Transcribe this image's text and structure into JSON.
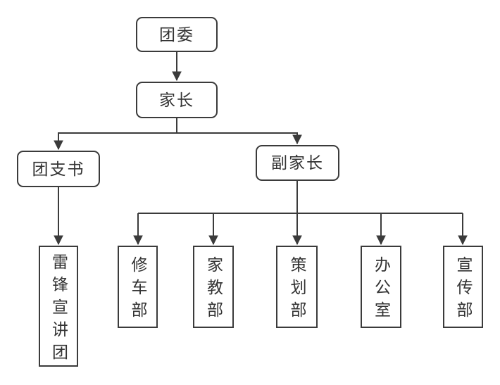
{
  "diagram": {
    "type": "org-chart-flowchart",
    "colors": {
      "line": "#3b3b3b",
      "border": "#3b3b3b",
      "text": "#333333",
      "box_background": "#ffffff",
      "page_background": "#ffffff"
    },
    "nodes": {
      "committee": {
        "label": "团委"
      },
      "head": {
        "label": "家长"
      },
      "secretary": {
        "label": "团支书"
      },
      "leifeng_group": {
        "label": "雷锋宣讲团"
      },
      "deputy": {
        "label": "副家长"
      },
      "repair_dept": {
        "label": "修车部"
      },
      "tutoring_dept": {
        "label": "家教部"
      },
      "planning_dept": {
        "label": "策划部"
      },
      "office": {
        "label": "办公室"
      },
      "publicity_dept": {
        "label": "宣传部"
      }
    },
    "edges": [
      {
        "from": "committee",
        "to": "head"
      },
      {
        "from": "head",
        "to": "secretary"
      },
      {
        "from": "head",
        "to": "deputy"
      },
      {
        "from": "secretary",
        "to": "leifeng_group"
      },
      {
        "from": "deputy",
        "to": "repair_dept"
      },
      {
        "from": "deputy",
        "to": "tutoring_dept"
      },
      {
        "from": "deputy",
        "to": "planning_dept"
      },
      {
        "from": "deputy",
        "to": "office"
      },
      {
        "from": "deputy",
        "to": "publicity_dept"
      }
    ]
  }
}
